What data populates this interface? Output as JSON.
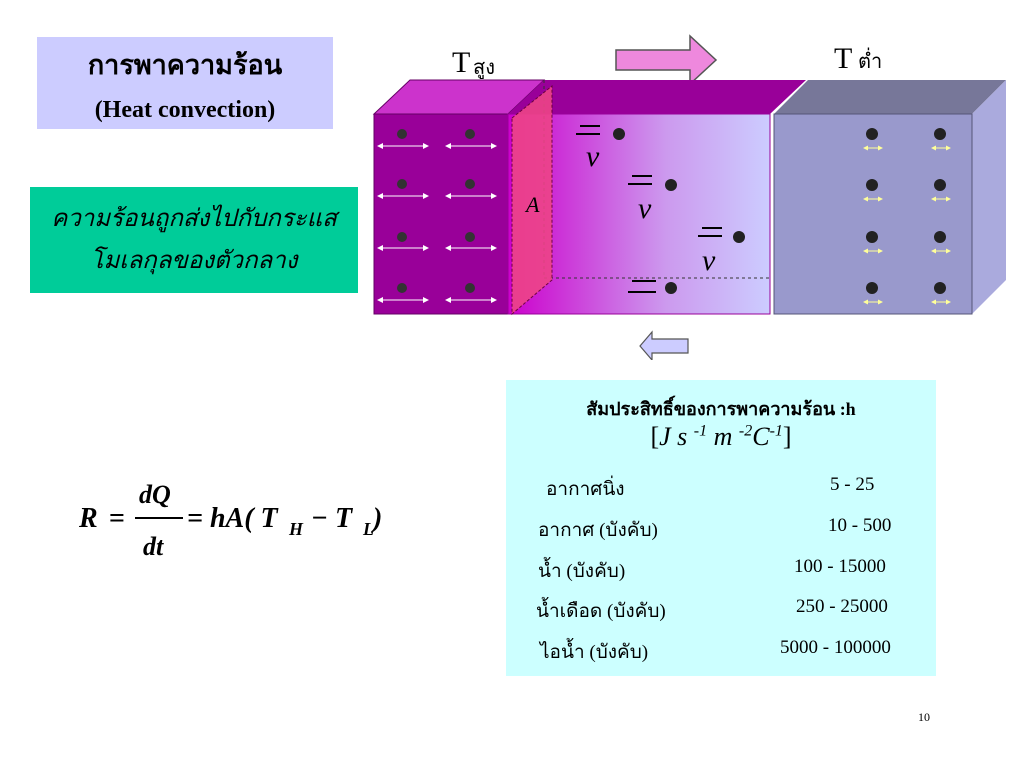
{
  "title": {
    "thai": "การพาความร้อน",
    "english": "(Heat convection)"
  },
  "description": {
    "line1": "ความร้อนถูกส่งไปกับกระแส",
    "line2": "โมเลกุลของตัวกลาง"
  },
  "diagram": {
    "t_high_letter": "T",
    "t_high_sub": "สูง",
    "t_low_letter": "T",
    "t_low_sub": "ต่ำ",
    "area_label": "A",
    "velocity_symbol": "v"
  },
  "equation": {
    "lhs": "R",
    "numerator": "dQ",
    "denominator": "dt",
    "rhs_prefix": "= hA( T",
    "sub_h": "H",
    "minus": "− T",
    "sub_l": "L",
    "close": " )"
  },
  "coefficient_table": {
    "title": "สัมประสิทธิ์ของการพาความร้อน :h",
    "unit_open": "[",
    "unit_j": "J s ",
    "unit_s_exp": "-1",
    "unit_m": " m ",
    "unit_m_exp": "-2",
    "unit_c": "C",
    "unit_c_exp": "-1",
    "unit_close": "]",
    "rows": [
      {
        "medium": "อากาศนิ่ง",
        "range": "5   - 25"
      },
      {
        "medium": "อากาศ (บังคับ)",
        "range": "10 - 500"
      },
      {
        "medium": "น้ำ (บังคับ)",
        "range": "100 - 15000"
      },
      {
        "medium": "น้ำเดือด (บังคับ)",
        "range": "250 - 25000"
      },
      {
        "medium": "ไอน้ำ (บังคับ)",
        "range": "5000 - 100000"
      }
    ]
  },
  "page_number": "10",
  "colors": {
    "title_bg": "#ccccff",
    "desc_bg": "#00cc99",
    "table_bg": "#ccffff",
    "hot_block": "#990099",
    "cold_block": "#9999cc",
    "arrow_fill": "#ee88dd"
  }
}
